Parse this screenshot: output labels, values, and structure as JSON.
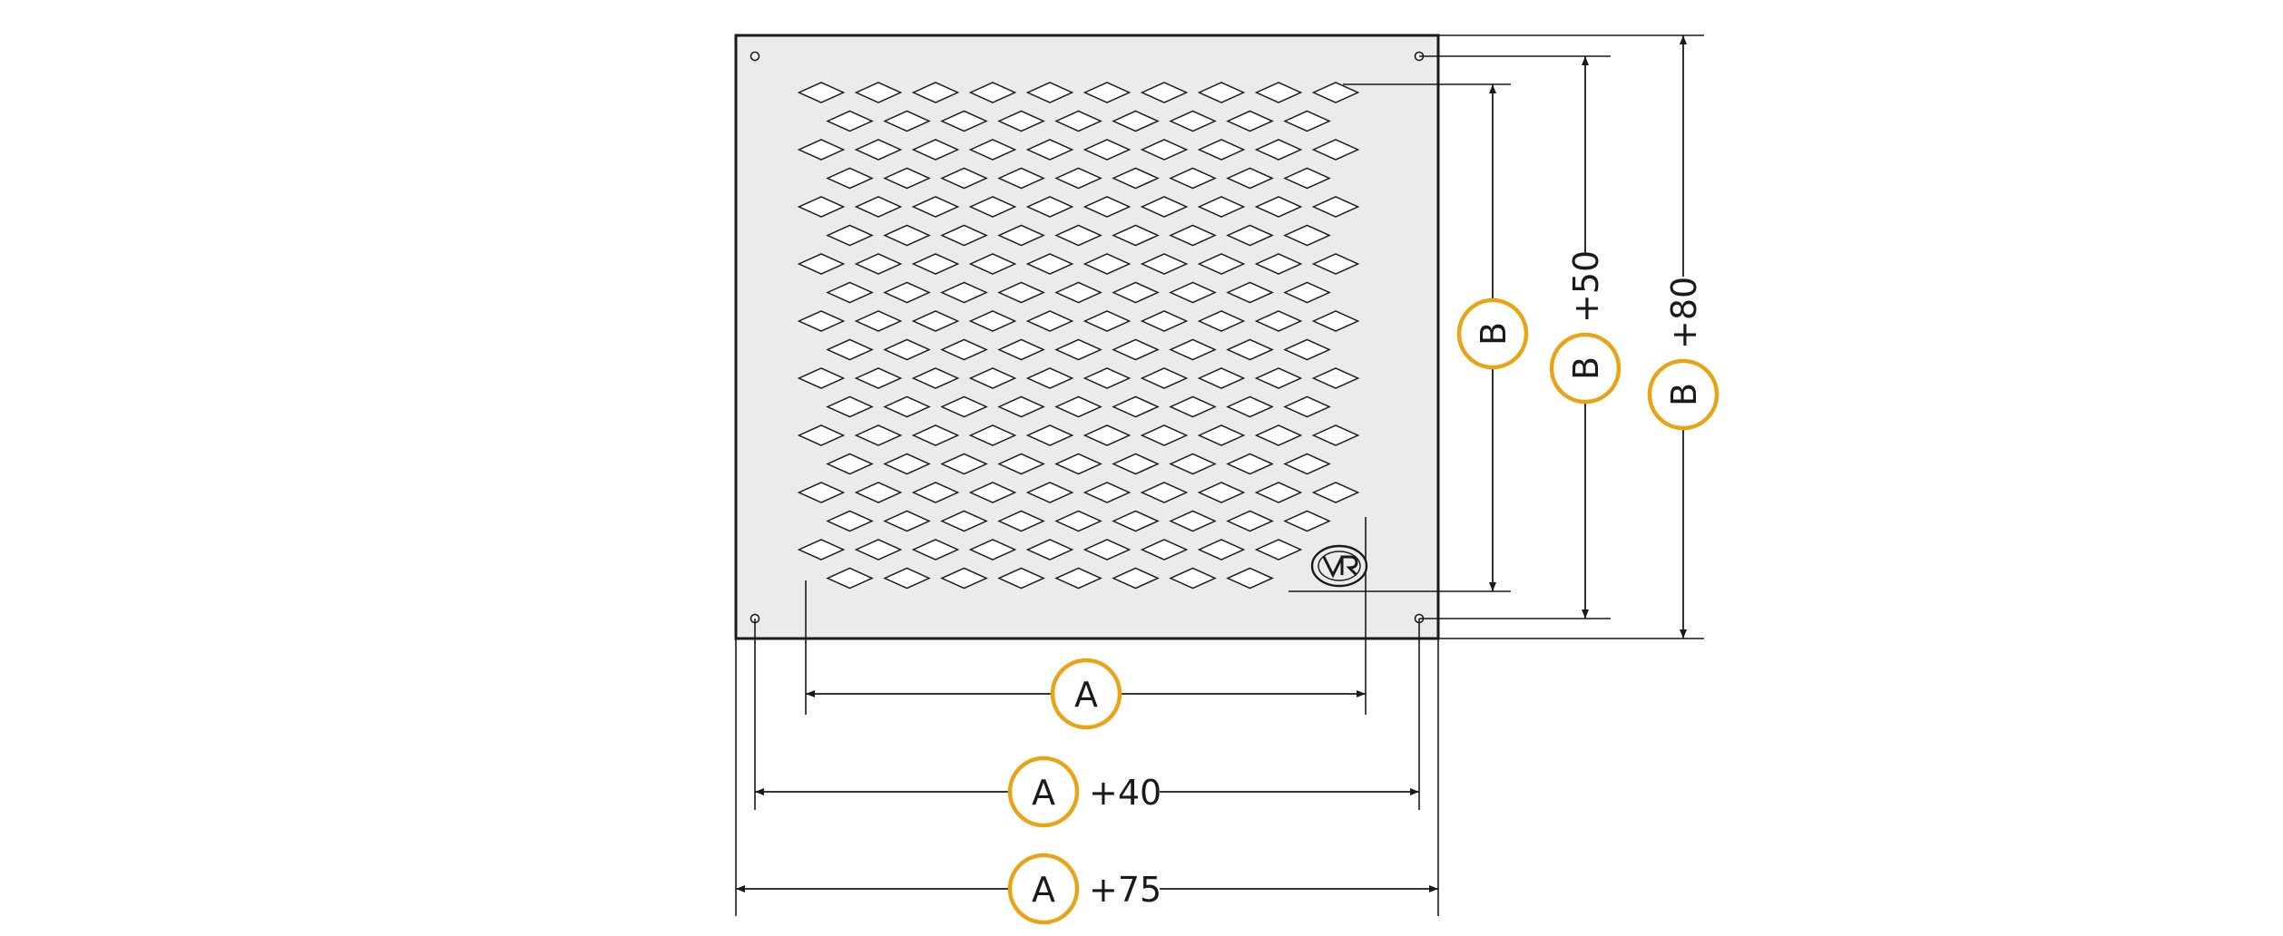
{
  "labels": {
    "a": "A",
    "b": "B",
    "a_plus_40": "+40",
    "a_plus_75": "+75",
    "b_plus_50": "+50",
    "b_plus_80": "+80"
  },
  "colors": {
    "panel": "#ebebeb",
    "line": "#1a1a1a",
    "accent": "#e8a317"
  },
  "icons": {
    "logo": "vr-logo-icon",
    "mounting_hole": "mounting-hole-icon"
  }
}
